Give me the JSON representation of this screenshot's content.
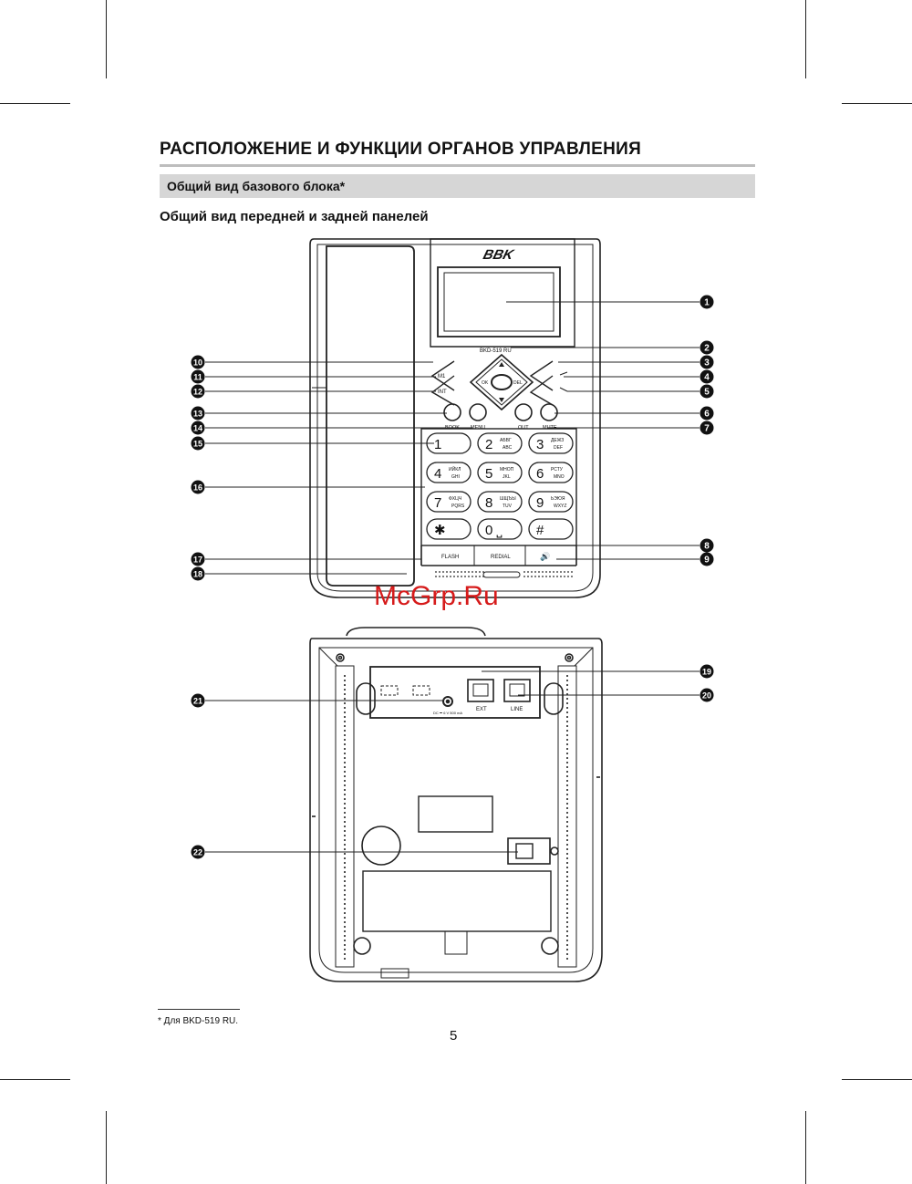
{
  "heading": "РАСПОЛОЖЕНИЕ И ФУНКЦИИ ОРГАНОВ УПРАВЛЕНИЯ",
  "section_bar": "Общий вид базового блока*",
  "subheading": "Общий вид передней и задней панелей",
  "watermark": "McGrp.Ru",
  "figure": {
    "brand_logo": "BBK",
    "model_label": "BKD-519 RU",
    "nav_buttons": {
      "left": "OK",
      "right": "DEL"
    },
    "side_buttons": {
      "m1": "M1",
      "int": "INT"
    },
    "function_keys": [
      "BOOK",
      "MENU",
      "OUT",
      "MUTE"
    ],
    "keypad": [
      {
        "digit": "1",
        "cyr": "",
        "lat": ""
      },
      {
        "digit": "2",
        "cyr": "АБВГ",
        "lat": "ABC"
      },
      {
        "digit": "3",
        "cyr": "ДЕЖЗ",
        "lat": "DEF"
      },
      {
        "digit": "4",
        "cyr": "ИЙКЛ",
        "lat": "GHI"
      },
      {
        "digit": "5",
        "cyr": "МНОП",
        "lat": "JKL"
      },
      {
        "digit": "6",
        "cyr": "РСТУ",
        "lat": "MNO"
      },
      {
        "digit": "7",
        "cyr": "ФХЦЧ",
        "lat": "PQRS"
      },
      {
        "digit": "8",
        "cyr": "ШЩЪЫ",
        "lat": "TUV"
      },
      {
        "digit": "9",
        "cyr": "ЬЭЮЯ",
        "lat": "WXYZ"
      },
      {
        "digit": "✱",
        "cyr": "",
        "lat": ""
      },
      {
        "digit": "0 ⎵",
        "cyr": "",
        "lat": ""
      },
      {
        "digit": "#",
        "cyr": "",
        "lat": ""
      }
    ],
    "bottom_keys": [
      "FLASH",
      "REDIAL",
      "🔊"
    ],
    "rear_ports": {
      "ext": "EXT",
      "line": "LINE",
      "dc": "DC ⎓ 6 V 500 mA"
    },
    "callout_numbers": [
      "1",
      "2",
      "3",
      "4",
      "5",
      "6",
      "7",
      "8",
      "9",
      "10",
      "11",
      "12",
      "13",
      "14",
      "15",
      "16",
      "17",
      "18",
      "19",
      "20",
      "21",
      "22"
    ]
  },
  "footnote": "* Для BKD-519 RU.",
  "page_number": "5"
}
